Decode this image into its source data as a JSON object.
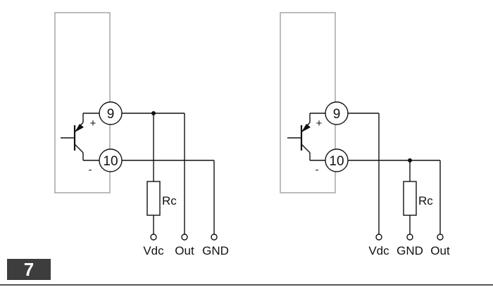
{
  "figure": {
    "number": "7"
  },
  "circuits": [
    {
      "id": "left",
      "pins": {
        "top": "9",
        "bottom": "10"
      },
      "polarity": {
        "plus": "+",
        "minus": "-"
      },
      "resistor": "Rc",
      "terminals": [
        "Vdc",
        "Out",
        "GND"
      ]
    },
    {
      "id": "right",
      "pins": {
        "top": "9",
        "bottom": "10"
      },
      "polarity": {
        "plus": "+",
        "minus": "-"
      },
      "resistor": "Rc",
      "terminals": [
        "Vdc",
        "GND",
        "Out"
      ]
    }
  ],
  "colors": {
    "line": "#111111",
    "box": "#a0a0a0",
    "badge": "#3d3d3d"
  }
}
